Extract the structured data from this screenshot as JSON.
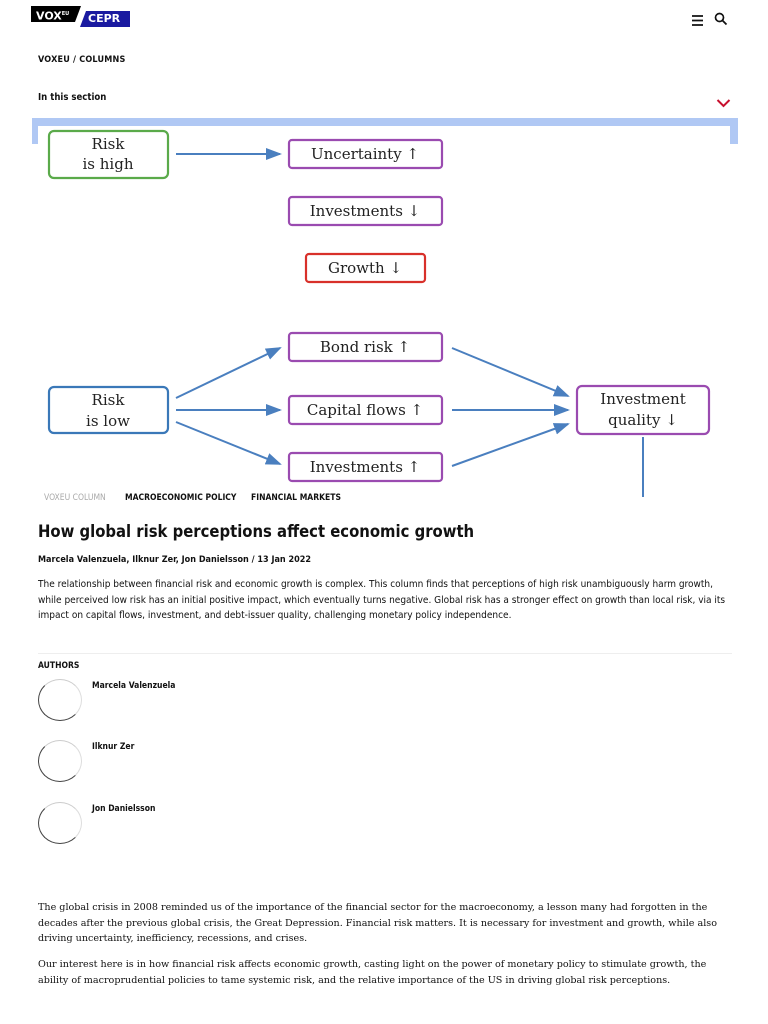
{
  "header": {
    "logo_vox": "VOX",
    "logo_vox_sup": "EU",
    "logo_cepr": "CEPR",
    "menu_icon": "hamburger-icon",
    "search_icon": "search-icon"
  },
  "breadcrumb": "VOXEU / COLUMNS",
  "section": {
    "label": "In this section",
    "chevron_icon": "chevron-down-icon",
    "chevron_color": "#c8102e"
  },
  "diagram": {
    "risk_high": [
      "Risk",
      "is high"
    ],
    "uncertainty": "Uncertainty ↑",
    "investments_down": "Investments ↓",
    "growth_down": "Growth ↓",
    "bond_risk": "Bond risk ↑",
    "risk_low": [
      "Risk",
      "is low"
    ],
    "capital_flows": "Capital flows ↑",
    "investments_up": "Investments ↑",
    "investment_quality": [
      "Investment",
      "quality ↓"
    ],
    "colors": {
      "green": "#5aaa4a",
      "purple": "#9a4bb0",
      "red": "#d8302a",
      "blue": "#3a78b8",
      "arrow": "#4a7fbf",
      "band": "#b0c8f4"
    }
  },
  "tags": [
    "VOXEU COLUMN",
    "MACROECONOMIC POLICY",
    "FINANCIAL MARKETS"
  ],
  "article": {
    "title": "How global risk perceptions affect economic growth",
    "byline": "Marcela Valenzuela, Ilknur Zer, Jon Danielsson / 13 Jan 2022",
    "lead": "The relationship between financial risk and economic growth is complex. This column finds that perceptions of high risk unambiguously harm growth, while perceived low risk has an initial positive impact, which eventually turns negative. Global risk has a stronger effect on growth than local risk, via its impact on capital flows, investment, and debt-issuer quality, challenging monetary policy independence.",
    "authors_label": "AUTHORS",
    "authors": [
      "Marcela Valenzuela",
      "Ilknur Zer",
      "Jon Danielsson"
    ],
    "paragraphs": [
      "The global crisis in 2008 reminded us of the importance of the financial sector for the macroeconomy, a lesson many had forgotten in the decades after the previous global crisis, the Great Depression. Financial risk matters. It is necessary for investment and growth, while also driving uncertainty, inefficiency, recessions, and crises.",
      "Our interest here is in how financial risk affects economic growth, casting light on the power of monetary policy to stimulate growth, the ability of macroprudential policies to tame systemic risk, and the relative importance of the US in driving global risk perceptions."
    ]
  }
}
